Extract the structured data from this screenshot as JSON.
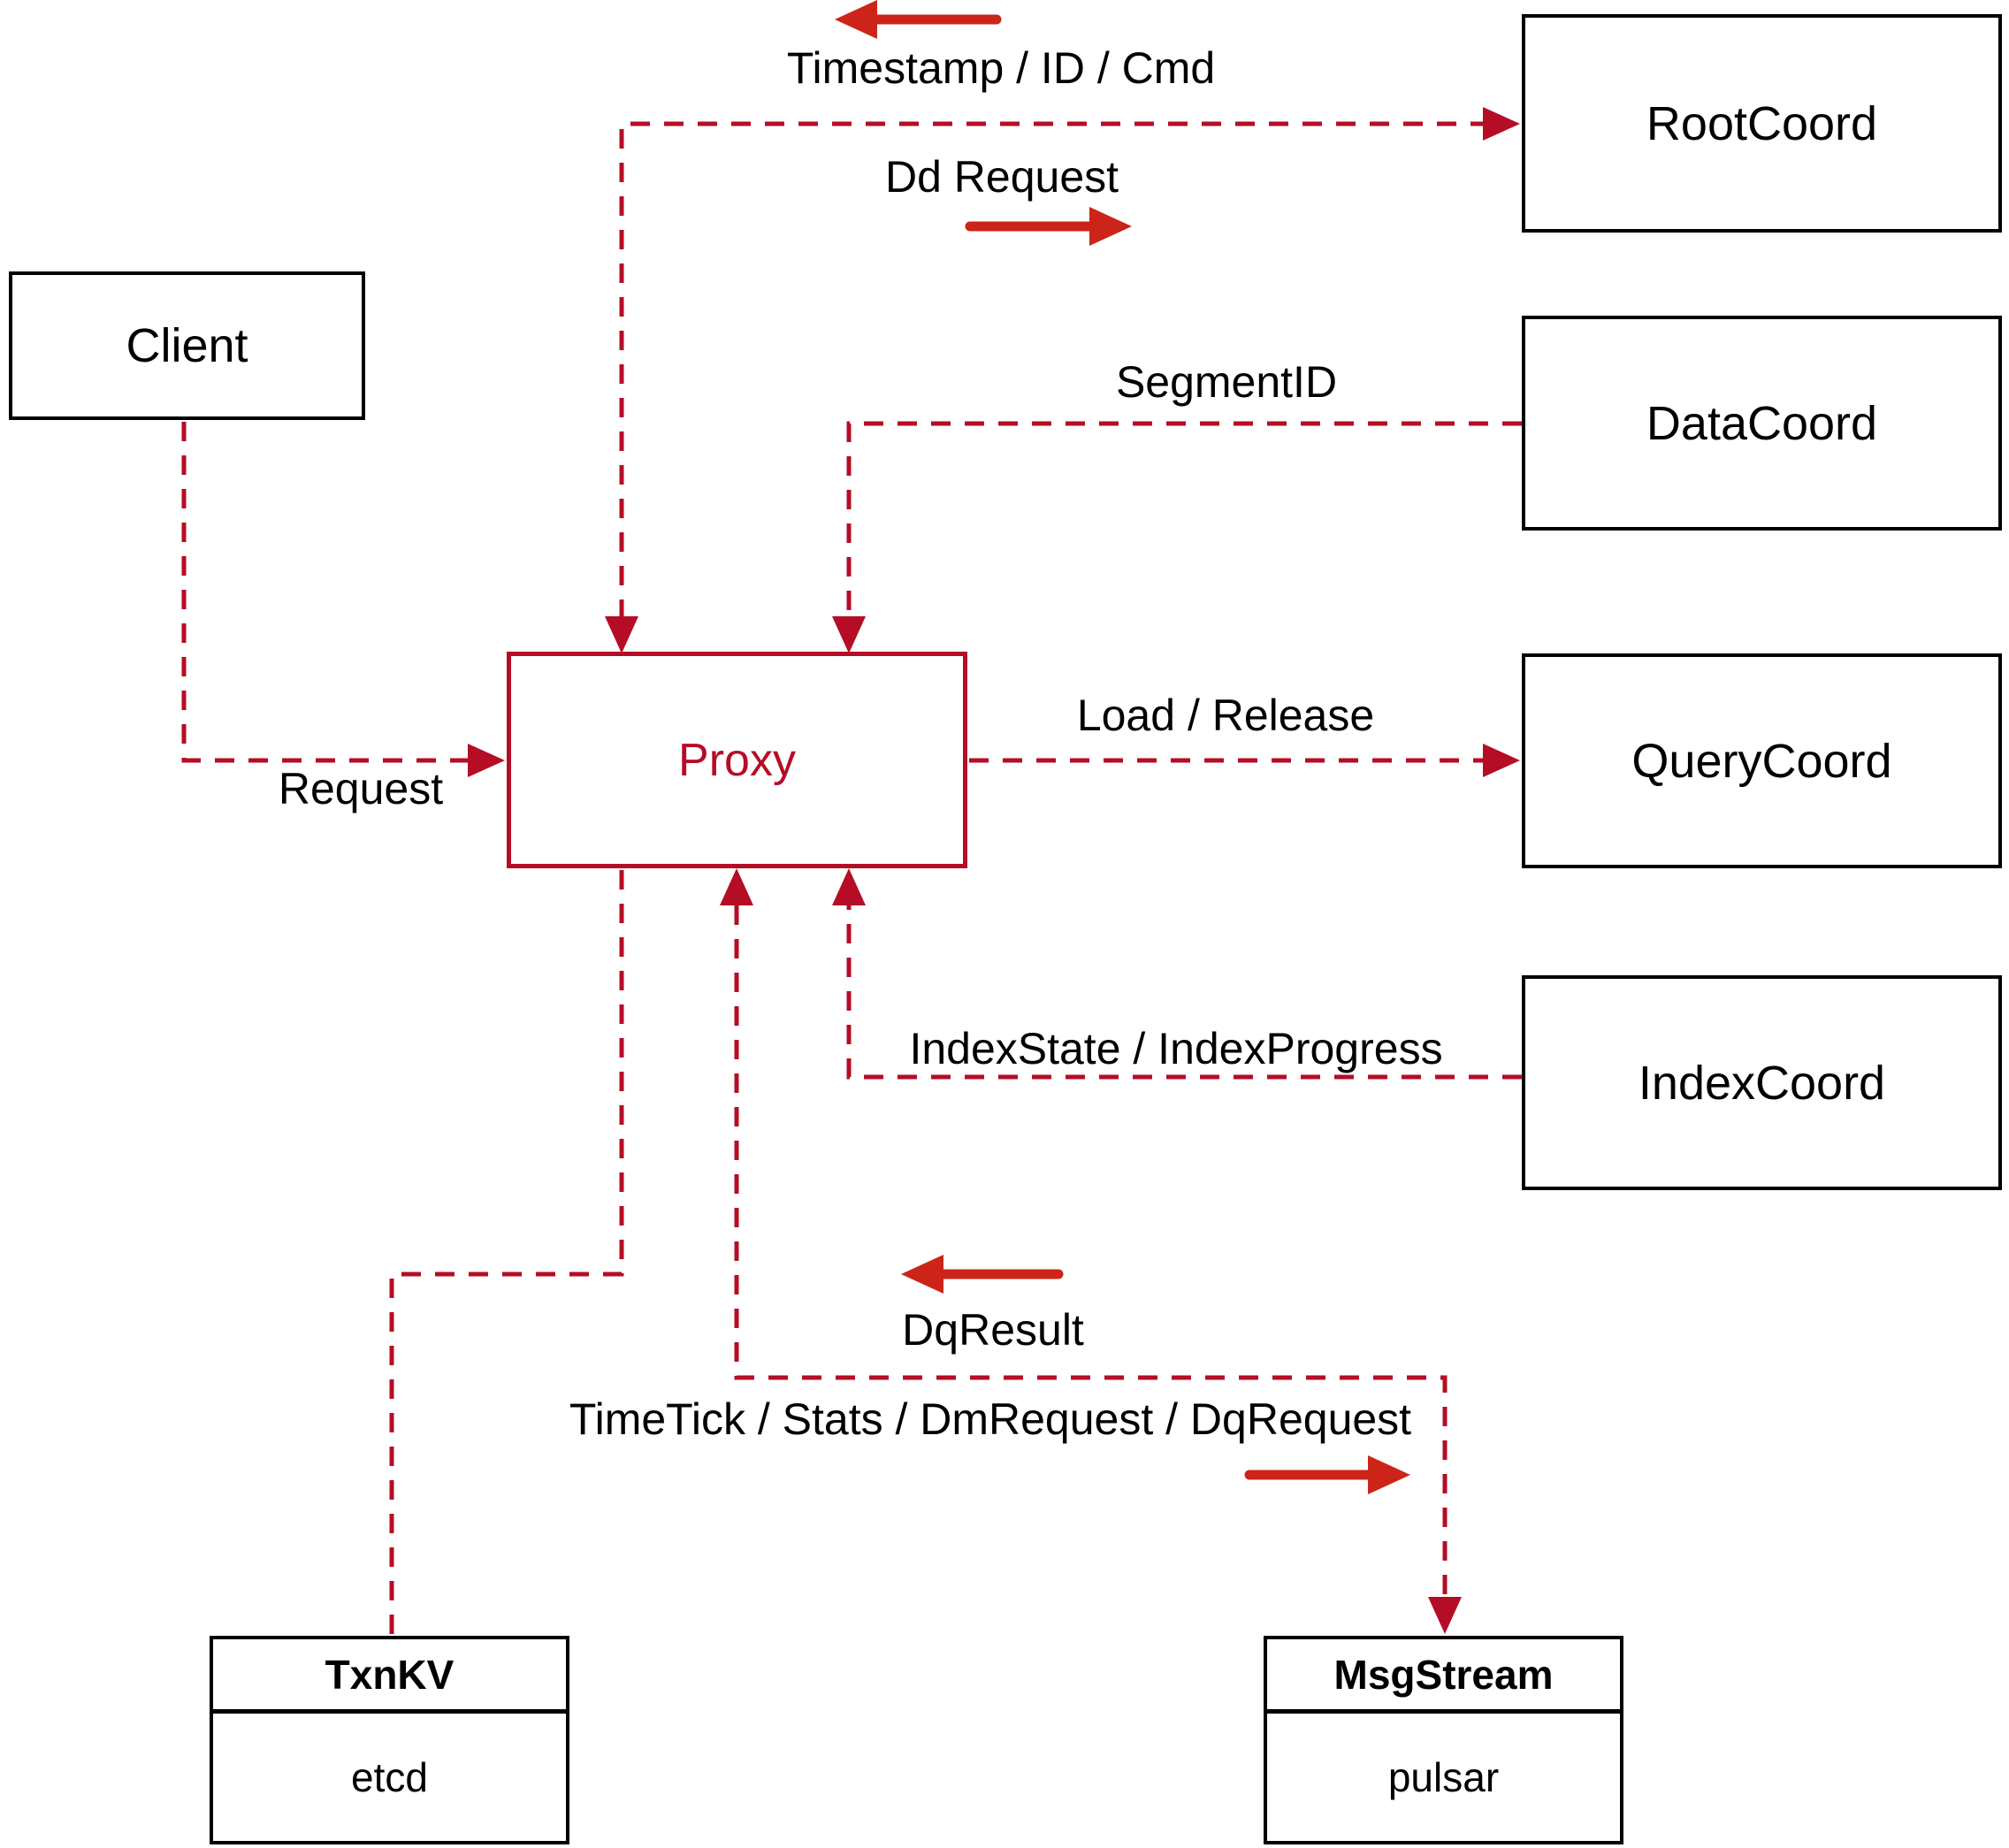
{
  "nodes": {
    "client": {
      "label": "Client"
    },
    "root_coord": {
      "label": "RootCoord"
    },
    "data_coord": {
      "label": "DataCoord"
    },
    "query_coord": {
      "label": "QueryCoord"
    },
    "index_coord": {
      "label": "IndexCoord"
    },
    "proxy": {
      "label": "Proxy"
    },
    "txn_kv": {
      "title": "TxnKV",
      "subtitle": "etcd"
    },
    "msg_stream": {
      "title": "MsgStream",
      "subtitle": "pulsar"
    }
  },
  "edges": {
    "request": {
      "label": "Request"
    },
    "timestamp": {
      "label": "Timestamp / ID / Cmd"
    },
    "dd_request": {
      "label": "Dd Request"
    },
    "segment_id": {
      "label": "SegmentID"
    },
    "load_release": {
      "label": "Load / Release"
    },
    "index_state": {
      "label": "IndexState / IndexProgress"
    },
    "dq_result": {
      "label": "DqResult"
    },
    "time_tick": {
      "label": "TimeTick / Stats / DmRequest / DqRequest"
    }
  },
  "colors": {
    "connector_red": "#b50d26",
    "solid_arrow_red": "#cc2418",
    "node_border": "#000000",
    "proxy_red": "#b50d26",
    "text": "#000000",
    "background": "#ffffff"
  }
}
